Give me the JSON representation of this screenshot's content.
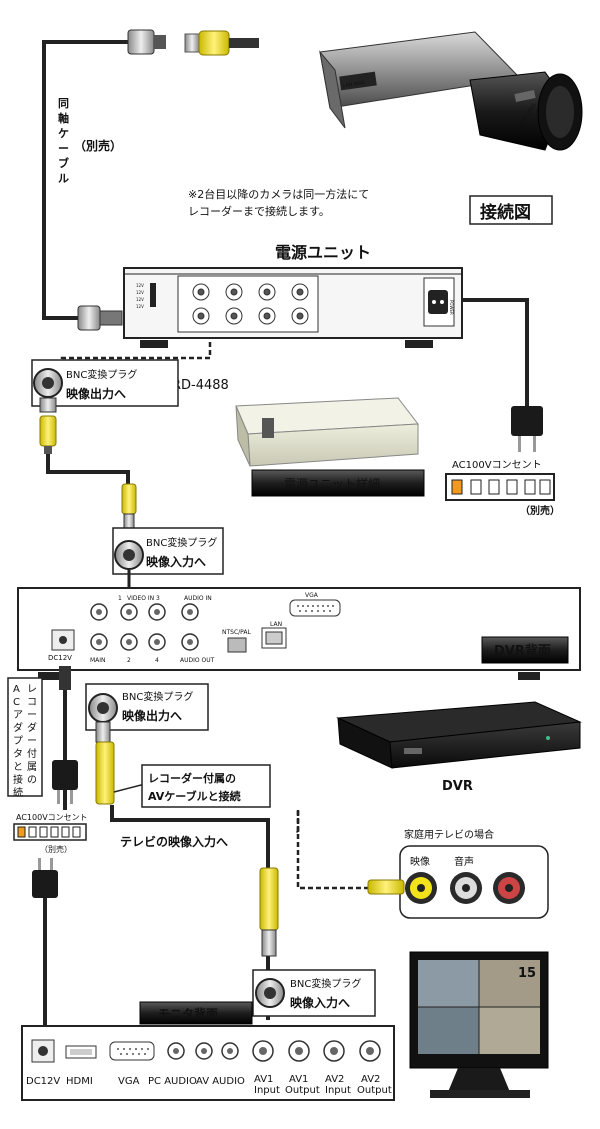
{
  "camera": {
    "coax_label_chars": [
      "同",
      "軸",
      "ケ",
      "ー",
      "ブ",
      "ル"
    ],
    "coax_sold_separately": "（別売）",
    "body_label": "LAN MAX",
    "lens_label": "SONY LENS"
  },
  "notes": {
    "multi_camera_line1": "※2台目以降のカメラは同一方法にて",
    "multi_camera_line2": "レコーダーまで接続します。",
    "diagram_title": "接続図"
  },
  "power_unit": {
    "title": "電源ユニット",
    "model": "RD-4488",
    "detail_label": "電源ユニット詳細",
    "panel_power_label": "POWER",
    "left_labels": [
      "12V",
      "12V",
      "12V",
      "12V"
    ]
  },
  "bnc_plugs": {
    "conversion_plug": "BNC変換プラグ",
    "to_video_output": "映像出力へ",
    "to_video_input": "映像入力へ"
  },
  "outlet": {
    "ac100v_label": "AC100Vコンセント",
    "sold_separately": "（別売）"
  },
  "dvr_rear": {
    "label": "DVR背面",
    "video_in_label": "VIDEO IN",
    "audio_in_label": "AUDIO IN",
    "vga_label": "VGA",
    "ntsc_pal_label": "NTSC/PAL",
    "lan_label": "LAN",
    "dc12v_label": "DC12V",
    "main_label": "MAIN",
    "audio_out_label": "AUDIO OUT",
    "port_numbers": [
      "1",
      "2",
      "3",
      "4"
    ]
  },
  "recorder_adapter": {
    "text_line1_chars": [
      "レ",
      "コ",
      "ー",
      "ダ",
      "ー",
      "付",
      "属",
      "の"
    ],
    "text_line2_chars": [
      "A",
      "C",
      "ア",
      "ダ",
      "プ",
      "タ",
      "と",
      "接",
      "続"
    ]
  },
  "av_cable": {
    "line1": "レコーダー付属の",
    "line2": "AVケーブルと接続"
  },
  "dvr_device": {
    "label": "DVR"
  },
  "tv_input": {
    "label": "テレビの映像入力へ",
    "home_tv_title": "家庭用テレビの場合",
    "video_label": "映像",
    "audio_label": "音声"
  },
  "monitor_rear": {
    "label": "モニタ背面",
    "ports": [
      {
        "line1": "DC12V",
        "line2": ""
      },
      {
        "line1": "HDMI",
        "line2": ""
      },
      {
        "line1": "VGA",
        "line2": ""
      },
      {
        "line1": "PC AUDIO",
        "line2": ""
      },
      {
        "line1": "AV AUDIO",
        "line2": ""
      },
      {
        "line1": "AV1",
        "line2": "Input"
      },
      {
        "line1": "AV1",
        "line2": "Output"
      },
      {
        "line1": "AV2",
        "line2": "Input"
      },
      {
        "line1": "AV2",
        "line2": "Output"
      }
    ]
  },
  "monitor_screen": {
    "channel_number": "15"
  },
  "colors": {
    "cable": "#222222",
    "rca_yellow": "#f2e21a",
    "label_box_dark": "#222222",
    "outlet_orange": "#f29a1e",
    "dashed_line": "#222222"
  }
}
